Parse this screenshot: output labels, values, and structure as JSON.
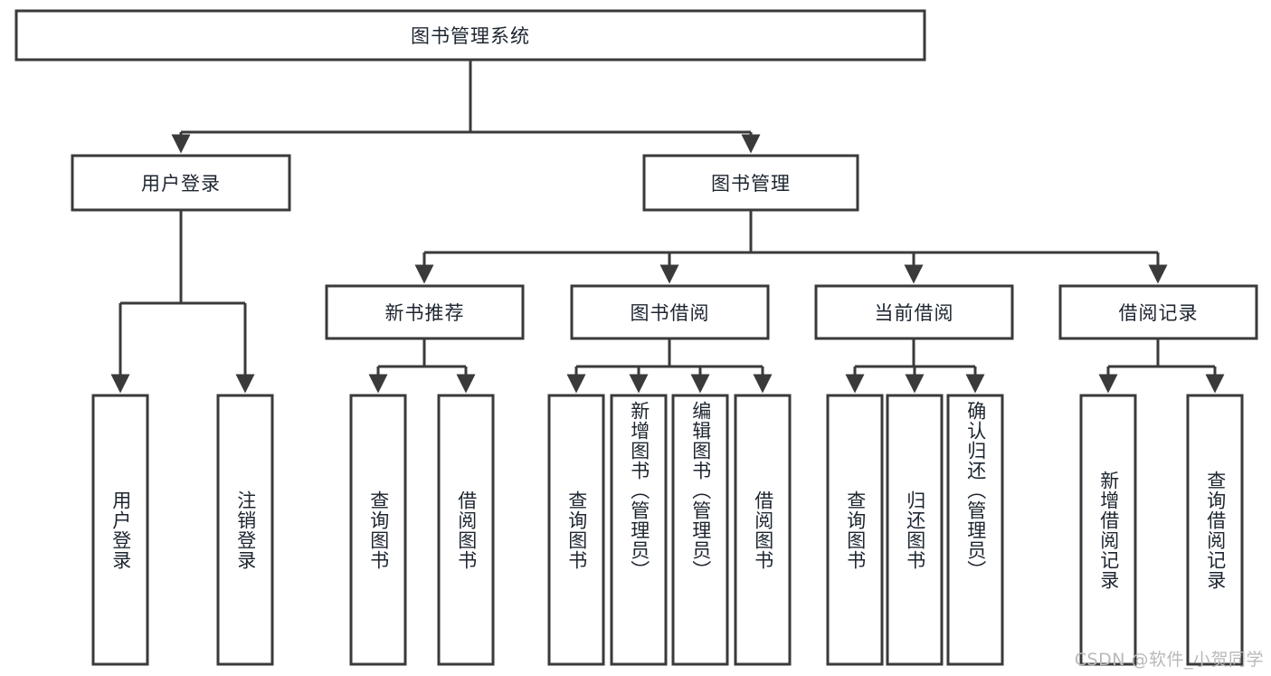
{
  "diagram": {
    "title": "图书管理系统",
    "watermark": "CSDN @软件_小贺同学",
    "style": {
      "stroke": "#3a3a3a",
      "fill": "#ffffff",
      "text": "#1d2530",
      "watermark_color": "#b9b9b9"
    },
    "nodes": {
      "root": {
        "label": "图书管理系统"
      },
      "level2": [
        {
          "id": "user-login",
          "label": "用户登录"
        },
        {
          "id": "book-manage",
          "label": "图书管理"
        }
      ],
      "level3": [
        {
          "id": "new-book-recommend",
          "label": "新书推荐"
        },
        {
          "id": "book-borrow",
          "label": "图书借阅"
        },
        {
          "id": "current-borrow",
          "label": "当前借阅"
        },
        {
          "id": "borrow-record",
          "label": "借阅记录"
        }
      ],
      "leaves": {
        "user_login": [
          {
            "id": "leaf-user-login",
            "label": "用户登录"
          },
          {
            "id": "leaf-logout-login",
            "label": "注销登录"
          }
        ],
        "new_book_recommend": [
          {
            "id": "leaf-query-book-1",
            "label": "查询图书"
          },
          {
            "id": "leaf-borrow-book-1",
            "label": "借阅图书"
          }
        ],
        "book_borrow": [
          {
            "id": "leaf-query-book-2",
            "label": "查询图书"
          },
          {
            "id": "leaf-add-book",
            "label": "新增图书（管理员）"
          },
          {
            "id": "leaf-edit-book",
            "label": "编辑图书（管理员）"
          },
          {
            "id": "leaf-borrow-book-2",
            "label": "借阅图书"
          }
        ],
        "current_borrow": [
          {
            "id": "leaf-query-book-3",
            "label": "查询图书"
          },
          {
            "id": "leaf-return-book",
            "label": "归还图书"
          },
          {
            "id": "leaf-confirm-return",
            "label": "确认归还（管理员）"
          }
        ],
        "borrow_record": [
          {
            "id": "leaf-add-record",
            "label": "新增借阅记录"
          },
          {
            "id": "leaf-query-record",
            "label": "查询借阅记录"
          }
        ]
      }
    }
  }
}
